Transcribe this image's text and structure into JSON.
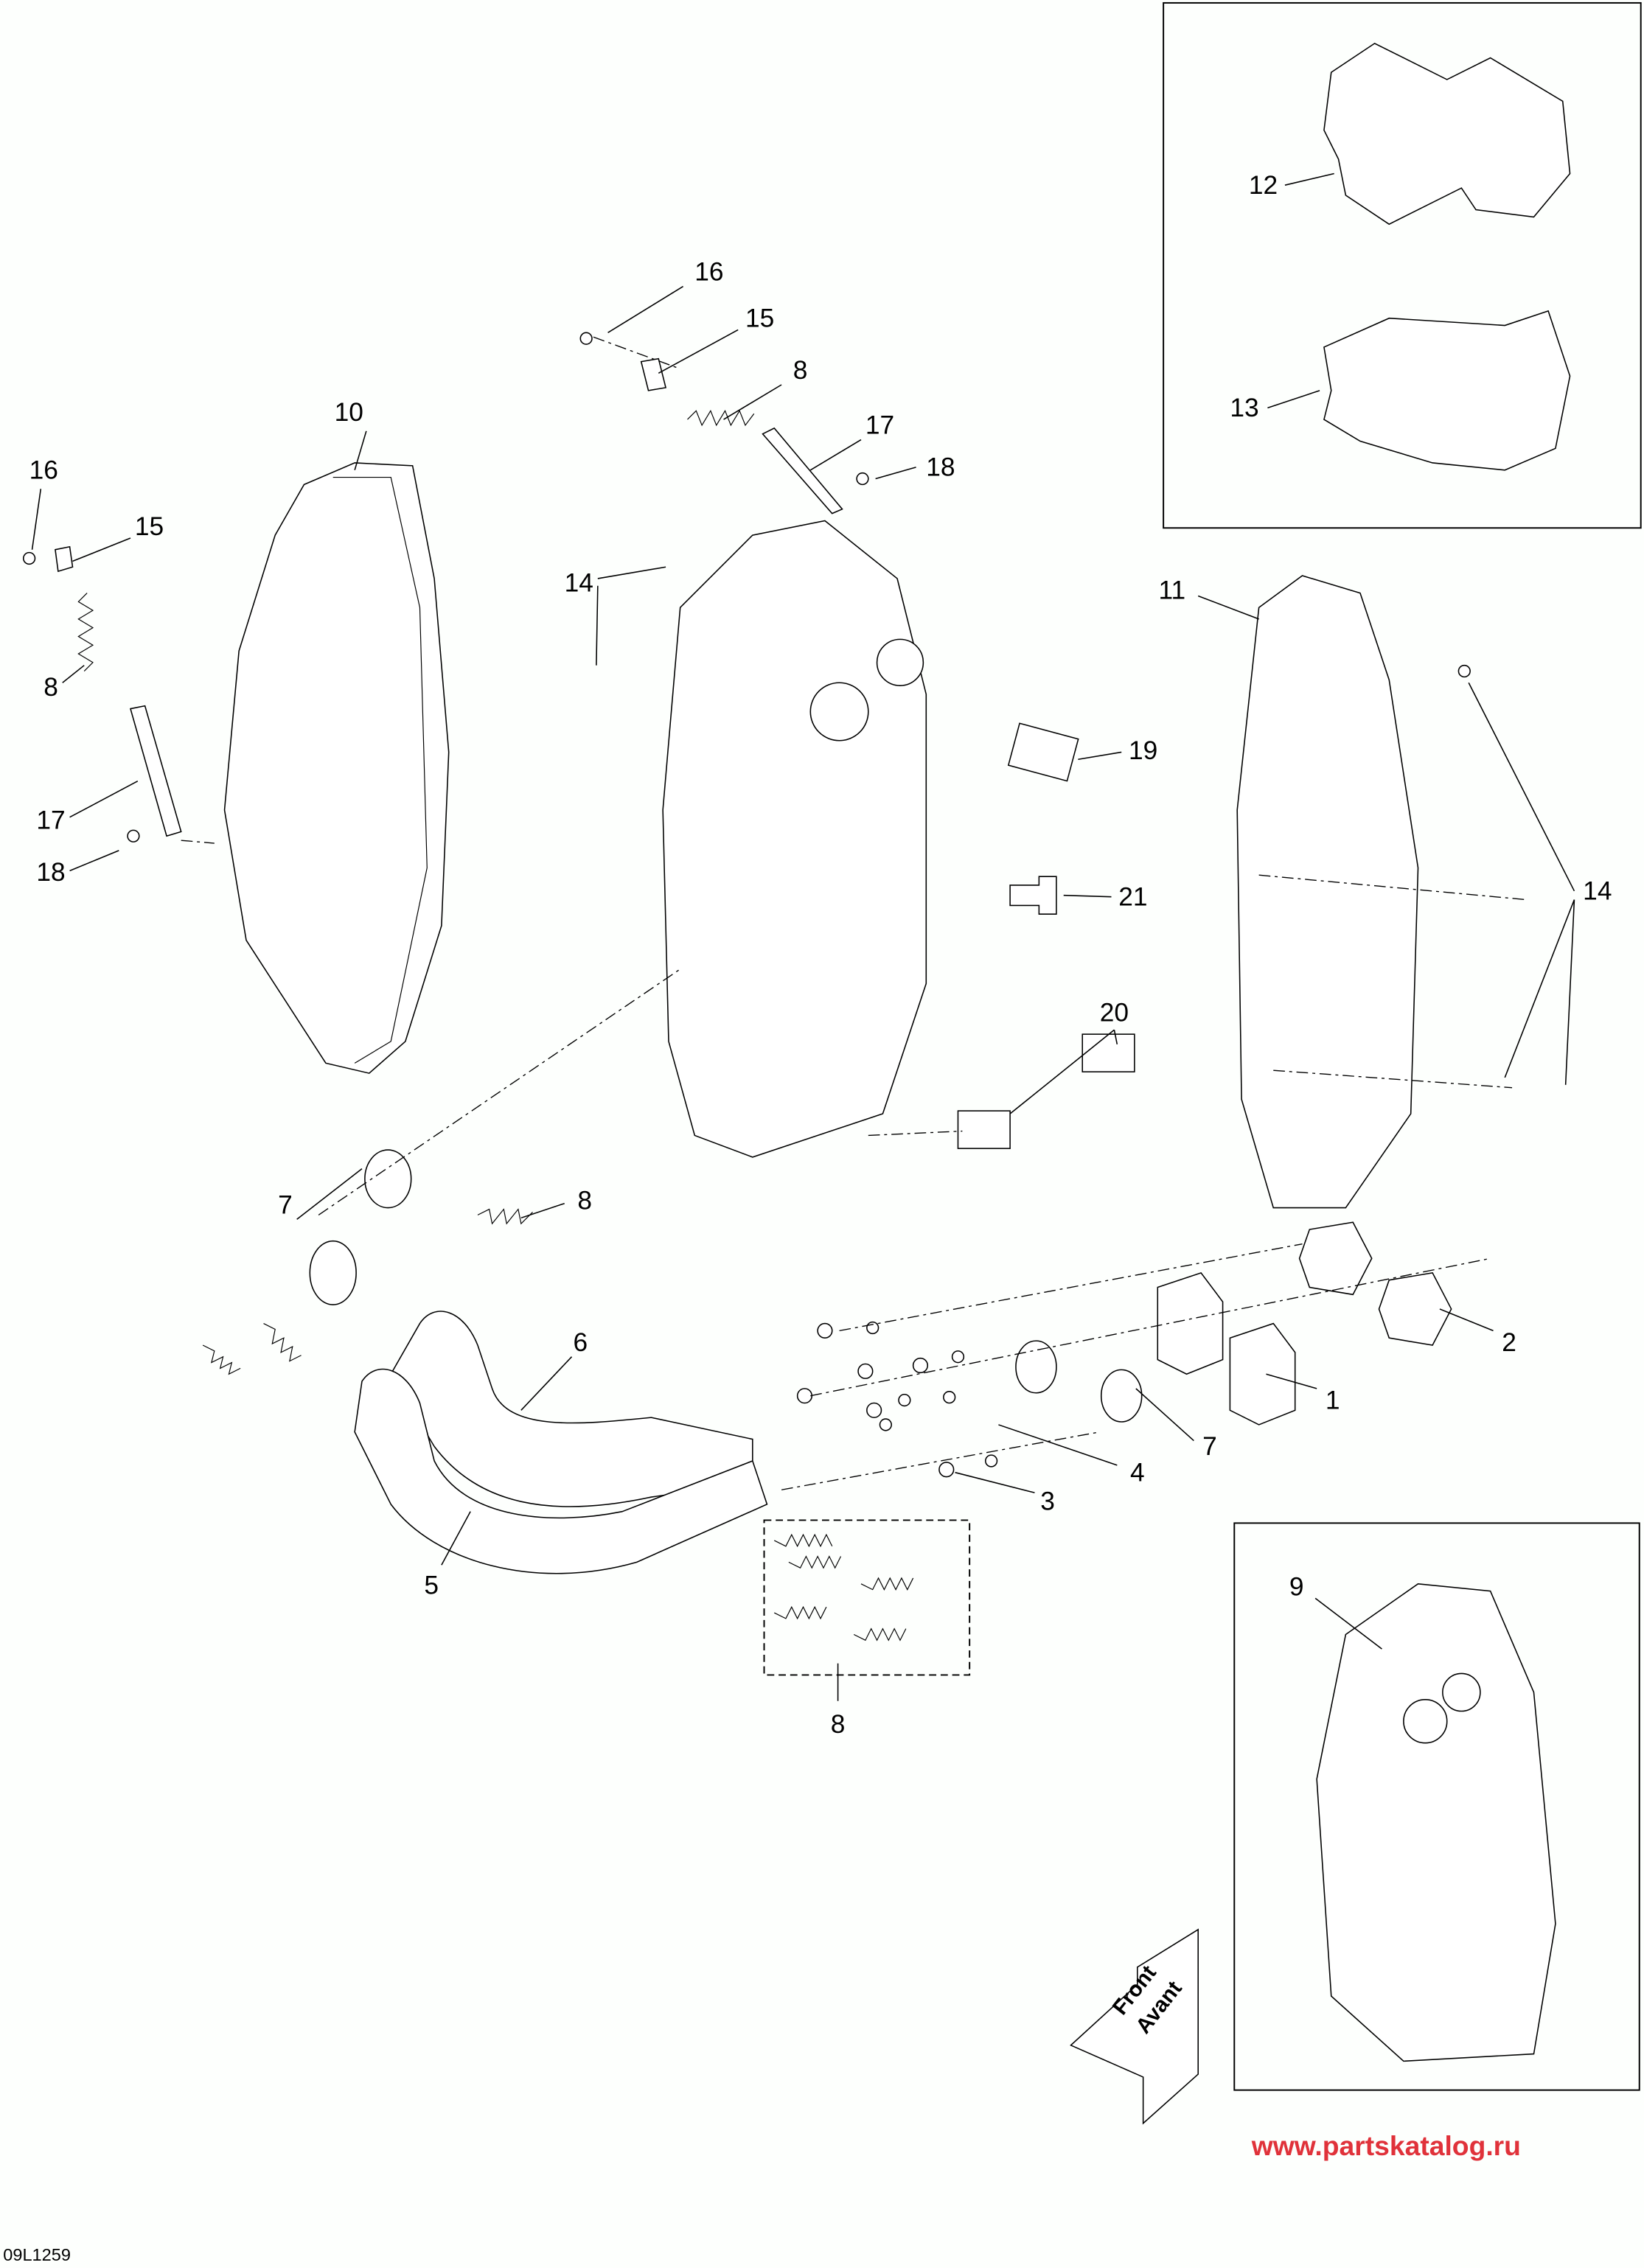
{
  "diagram": {
    "drawing_code": "09L1259",
    "watermark": "www.partskatalog.ru",
    "direction_arrow": {
      "line1": "Front",
      "line2": "Avant"
    },
    "callouts": {
      "c16a": "16",
      "c15a": "15",
      "c8a": "8",
      "c17a": "17",
      "c18a": "18",
      "c10": "10",
      "c16b": "16",
      "c15b": "15",
      "c8b": "8",
      "c17b": "17",
      "c18b": "18",
      "c14a": "14",
      "c11": "11",
      "c19": "19",
      "c21": "21",
      "c20": "20",
      "c14b": "14",
      "c12": "12",
      "c13": "13",
      "c9": "9",
      "c7a": "7",
      "c8c": "8",
      "c6": "6",
      "c5": "5",
      "c1": "1",
      "c2": "2",
      "c7b": "7",
      "c4": "4",
      "c3": "3",
      "c8d": "8"
    }
  }
}
